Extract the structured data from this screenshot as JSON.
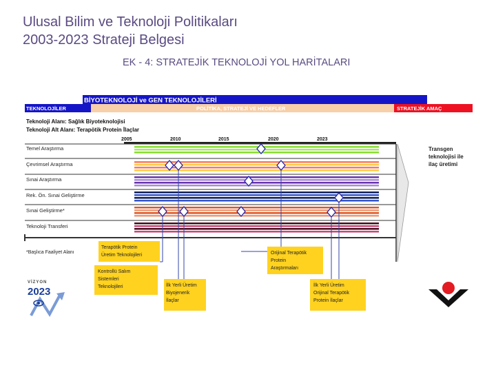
{
  "slide": {
    "title_line1": "Ulusal Bilim ve Teknoloji Politikaları",
    "title_line2": "2003-2023 Strateji Belgesi",
    "subtitle": "EK - 4: STRATEJİK TEKNOLOJİ YOL HARİTALARI"
  },
  "roadmap": {
    "header": "BİYOTEKNOLOJİ ve GEN TEKNOLOJİLERİ",
    "col_technologies": "TEKNOLOJİLER",
    "col_policy": "POLİTİKA, STRATEJİ VE HEDEFLER",
    "col_goal": "STRATEJİK AMAÇ",
    "field_line": "Teknoloji Alanı: Sağlık Biyoteknolojisi",
    "subfield_line": "Teknoloji Alt Alanı: Terapötik Protein İlaçlar",
    "years": [
      "2005",
      "2010",
      "2015",
      "2020",
      "2023"
    ],
    "rows": [
      "Temel Araştırma",
      "Çevrimsel Araştırma",
      "Sınai Araştırma",
      "Rek. Ön. Sınai Geliştirme",
      "Sınai Geliştirme*",
      "Teknoloji Transferi"
    ],
    "footnote": "*Başlıca Faaliyet Alanı",
    "goal_text": [
      "Transgen",
      "teknolojisi ile",
      "ilaç üretimi"
    ],
    "boxes": [
      {
        "lines": [
          "Terapötik Protein",
          "Üretim Teknolojileri"
        ]
      },
      {
        "lines": [
          "Kontrollü Salım",
          "Sistemleri",
          "Teknolojileri"
        ]
      },
      {
        "lines": [
          "İlk Yerli Üretim",
          "Biyojenerik",
          "İlaçlar"
        ]
      },
      {
        "lines": [
          "Orijinal Terapötik",
          "Protein",
          "Araştırmaları"
        ]
      },
      {
        "lines": [
          "İlk Yerli Üretim",
          "Orijinal Terapötik",
          "Protein İlaçlar"
        ]
      }
    ],
    "colors": {
      "header_blue": "#1515c8",
      "peach": "#f7cfa8",
      "goal_red": "#ee1122",
      "box_yellow": "#ffd21f",
      "marker_fill": "#ffffff",
      "marker_stroke": "#2222aa"
    }
  },
  "logos": {
    "vision_top": "VİZYON",
    "vision_year": "2023"
  }
}
